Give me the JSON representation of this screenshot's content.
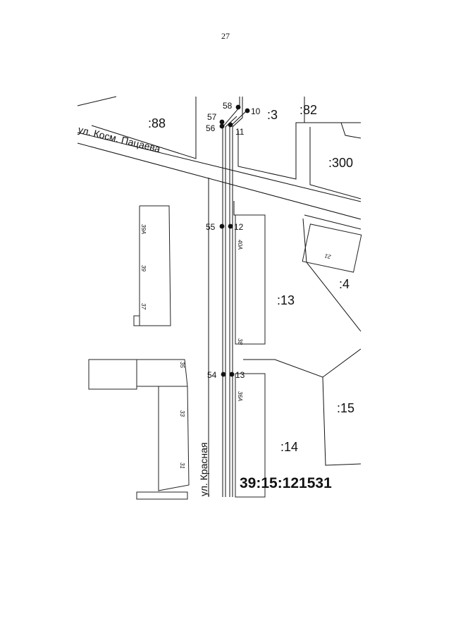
{
  "page_number": "27",
  "cadastral_block": "39:15:121531",
  "streets": {
    "kosm_patsaeva": "ул. Косм. Пацаева",
    "krasnaya": "ул. Красная"
  },
  "parcels": {
    "p88": ":88",
    "p3": ":3",
    "p82": ":82",
    "p300": ":300",
    "p4": ":4",
    "p13": ":13",
    "p15": ":15",
    "p14": ":14"
  },
  "points": {
    "p58": "58",
    "p10": "10",
    "p57": "57",
    "p56": "56",
    "p11": "11",
    "p55": "55",
    "p12": "12",
    "p54": "54",
    "p13": "13"
  },
  "buildings": {
    "b39a": "39А",
    "b39": "39",
    "b37": "37",
    "b35": "35",
    "b33": "33",
    "b31": "31",
    "b40a": "40А",
    "b38": "38",
    "b36a": "36А",
    "b21": "21"
  },
  "colors": {
    "ink": "#111111",
    "paper": "#ffffff"
  }
}
